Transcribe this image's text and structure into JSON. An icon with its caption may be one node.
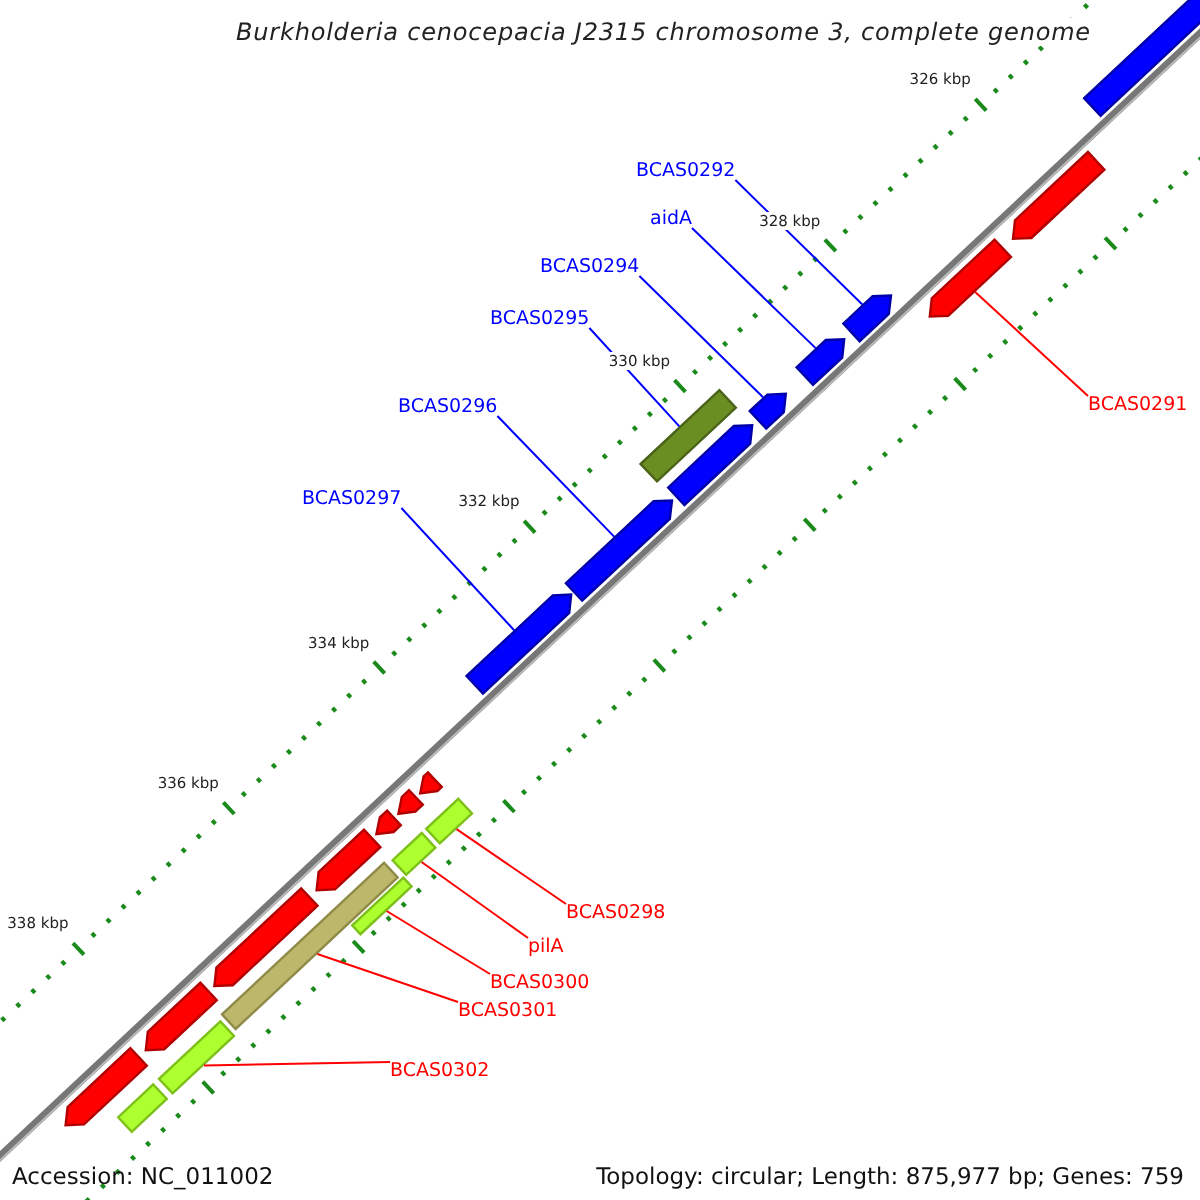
{
  "diagram": {
    "title": "Burkholderia cenocepacia J2315 chromosome 3, complete genome",
    "nodes": [
      {
        "text": [
          "BCAS0292"
        ]
      },
      {
        "text": [
          "aidA"
        ]
      },
      {
        "text": [
          "BCAS0294"
        ]
      },
      {
        "text": [
          "BCAS0295"
        ]
      },
      {
        "text": [
          "BCAS0296"
        ]
      },
      {
        "text": [
          "BCAS0297"
        ]
      },
      {
        "text": [
          "BCAS0291"
        ]
      },
      {
        "text": [
          "BCAS0298"
        ]
      },
      {
        "text": [
          "pilA"
        ]
      },
      {
        "text": [
          "BCAS0300"
        ]
      },
      {
        "text": [
          "BCAS0301"
        ]
      },
      {
        "text": [
          "BCAS0302"
        ]
      },
      {
        "text": [],
        "shape": "arrow"
      },
      {
        "text": [],
        "shape": "arrow"
      },
      {
        "text": [],
        "shape": "arrow"
      },
      {
        "text": [],
        "shape": "arrow"
      },
      {
        "text": [],
        "shape": "arrow"
      },
      {
        "text": [],
        "shape": "arrow"
      },
      {
        "text": [],
        "shape": "bar"
      },
      {
        "text": [],
        "shape": "arrow"
      },
      {
        "text": [],
        "shape": "arrow"
      },
      {
        "text": [],
        "shape": "arrow"
      },
      {
        "text": [],
        "shape": "arrow"
      },
      {
        "text": [],
        "shape": "arrow"
      },
      {
        "text": [],
        "shape": "bar"
      },
      {
        "text": [],
        "shape": "arrow"
      },
      {
        "text": [],
        "shape": "bar"
      },
      {
        "text": [],
        "shape": "arrow"
      },
      {
        "text": [],
        "shape": "bar"
      },
      {
        "text": [],
        "shape": "arrow"
      },
      {
        "text": [],
        "shape": "bar"
      },
      {
        "text": [],
        "shape": "arrow"
      },
      {
        "text": [],
        "shape": "bar"
      },
      {
        "text": [],
        "shape": "arrow"
      },
      {
        "text": [],
        "shape": "bar"
      }
    ],
    "edges": [
      {
        "from": 0,
        "to": 15,
        "arrow": "none",
        "color": "#0000ff"
      },
      {
        "from": 1,
        "to": 16,
        "arrow": "none",
        "color": "#0000ff"
      },
      {
        "from": 2,
        "to": 17,
        "arrow": "none",
        "color": "#0000ff"
      },
      {
        "from": 3,
        "to": 18,
        "arrow": "none",
        "color": "#0000ff"
      },
      {
        "from": 4,
        "to": 20,
        "arrow": "none",
        "color": "#0000ff"
      },
      {
        "from": 5,
        "to": 21,
        "arrow": "none",
        "color": "#0000ff"
      },
      {
        "from": 6,
        "to": 14,
        "arrow": "none",
        "color": "#ff0000"
      },
      {
        "from": 7,
        "to": 24,
        "arrow": "none",
        "color": "#ff0000"
      },
      {
        "from": 8,
        "to": 26,
        "arrow": "none",
        "color": "#ff0000"
      },
      {
        "from": 9,
        "to": 28,
        "arrow": "none",
        "color": "#ff0000"
      },
      {
        "from": 10,
        "to": 30,
        "arrow": "none",
        "color": "#ff0000"
      },
      {
        "from": 11,
        "to": 32,
        "arrow": "none",
        "color": "#ff0000"
      }
    ],
    "labels": [
      "326 kbp",
      "328 kbp",
      "330 kbp",
      "332 kbp",
      "334 kbp",
      "336 kbp",
      "338 kbp",
      "Accession: NC_011002",
      "Topology: circular; Length: 875,977 bp; Genes: 759"
    ]
  }
}
